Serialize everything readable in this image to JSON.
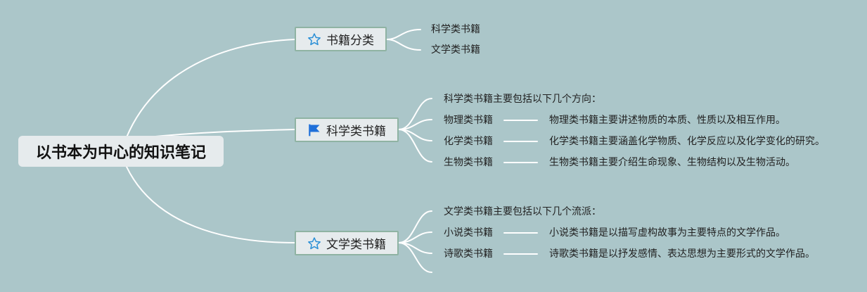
{
  "root": {
    "label": "以书本为中心的知识笔记"
  },
  "branches": [
    {
      "label": "书籍分类",
      "icon": "star-icon",
      "children": [
        "科学类书籍",
        "文学类书籍"
      ]
    },
    {
      "label": "科学类书籍",
      "icon": "flag-icon",
      "intro": "科学类书籍主要包括以下几个方向：",
      "items": [
        {
          "name": "物理类书籍",
          "desc": "物理类书籍主要讲述物质的本质、性质以及相互作用。"
        },
        {
          "name": "化学类书籍",
          "desc": "化学类书籍主要涵盖化学物质、化学反应以及化学变化的研究。"
        },
        {
          "name": "生物类书籍",
          "desc": "生物类书籍主要介绍生命现象、生物结构以及生物活动。"
        }
      ]
    },
    {
      "label": "文学类书籍",
      "icon": "star-icon",
      "intro": "文学类书籍主要包括以下几个流派：",
      "items": [
        {
          "name": "小说类书籍",
          "desc": "小说类书籍是以描写虚构故事为主要特点的文学作品。"
        },
        {
          "name": "诗歌类书籍",
          "desc": "诗歌类书籍是以抒发感情、表达思想为主要形式的文学作品。"
        }
      ]
    }
  ],
  "colors": {
    "background": "#abc6c9",
    "node_fill": "#e6ebed",
    "node_border": "#8fb3a3",
    "line": "#ffffff",
    "star": "#2a8fd6",
    "flag": "#1e6fd9"
  }
}
